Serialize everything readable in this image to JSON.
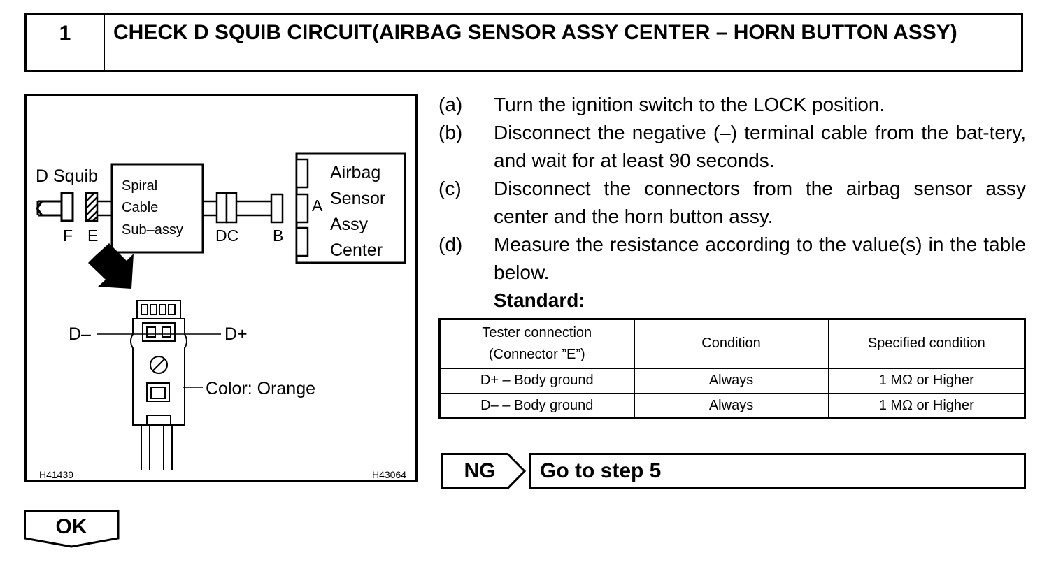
{
  "step": {
    "number": "1",
    "title": "CHECK D SQUIB CIRCUIT(AIRBAG SENSOR ASSY CENTER – HORN BUTTON ASSY)"
  },
  "figure": {
    "label_d_squib": "D Squib",
    "spiral_line1": "Spiral",
    "spiral_line2": "Cable",
    "spiral_line3": "Sub–assy",
    "label_f": "F",
    "label_e": "E",
    "label_dc": "DC",
    "label_b": "B",
    "label_a": "A",
    "sensor_line1": "Airbag",
    "sensor_line2": "Sensor",
    "sensor_line3": "Assy",
    "sensor_line4": "Center",
    "label_d_minus": "D–",
    "label_d_plus": "D+",
    "label_color": "Color: Orange",
    "code_left": "H41439",
    "code_right": "H43064"
  },
  "instructions": [
    {
      "letter": "(a)",
      "text": "Turn the ignition switch to the LOCK position."
    },
    {
      "letter": "(b)",
      "text": "Disconnect the negative (–) terminal cable from the bat-tery, and wait for at least 90 seconds."
    },
    {
      "letter": "(c)",
      "text": "Disconnect the connectors from the airbag sensor assy center and the horn button assy."
    },
    {
      "letter": "(d)",
      "text": "Measure the resistance according to the value(s) in the table below."
    }
  ],
  "standard_label": "Standard:",
  "table": {
    "headers": {
      "col1_line1": "Tester connection",
      "col1_line2": "(Connector ”E”)",
      "col2": "Condition",
      "col3": "Specified condition"
    },
    "rows": [
      {
        "connection": "D+ – Body ground",
        "condition": "Always",
        "specified": "1 MΩ or Higher"
      },
      {
        "connection": "D– – Body ground",
        "condition": "Always",
        "specified": "1 MΩ or Higher"
      }
    ]
  },
  "ng": {
    "label": "NG",
    "next": "Go to step 5"
  },
  "ok": {
    "label": "OK"
  }
}
